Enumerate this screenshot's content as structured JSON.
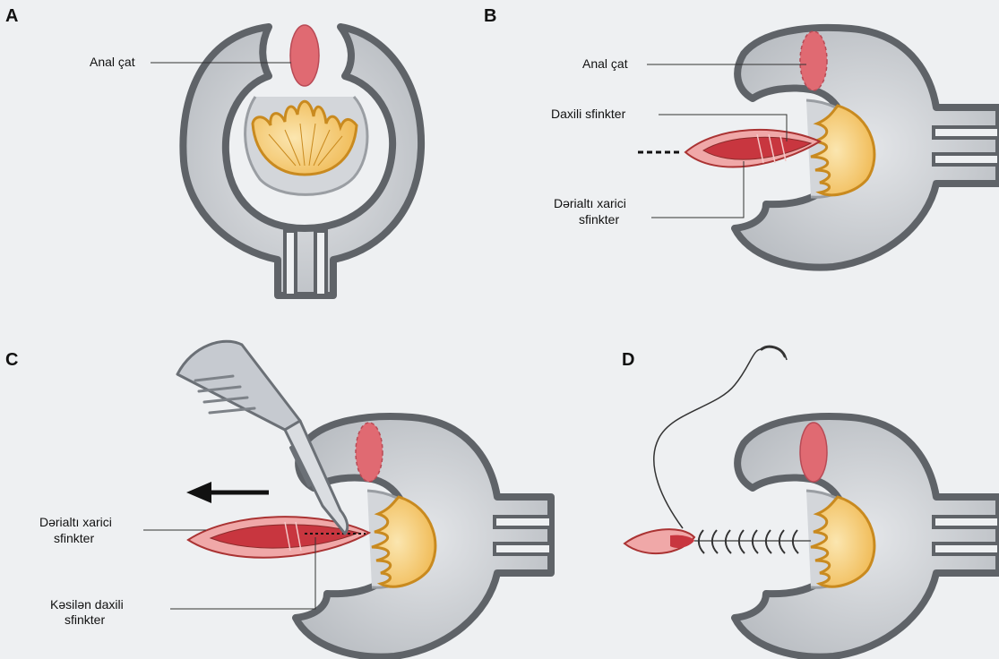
{
  "panels": {
    "a": {
      "letter": "A",
      "labels": {
        "anal_fissure": "Anal çat"
      }
    },
    "b": {
      "letter": "B",
      "labels": {
        "anal_fissure": "Anal çat",
        "internal_sphincter": "Daxili sfinkter",
        "subcutaneous_external_line1": "Dərialtı xarici",
        "subcutaneous_external_line2": "sfinkter"
      }
    },
    "c": {
      "letter": "C",
      "labels": {
        "subcutaneous_external_line1": "Dərialtı xarici",
        "subcutaneous_external_line2": "sfinkter",
        "cut_internal_line1": "Kəsilən daxili",
        "cut_internal_line2": "sfinkter"
      }
    },
    "d": {
      "letter": "D"
    }
  },
  "colors": {
    "background": "#eef0f2",
    "tissue_outer": "#6e7277",
    "tissue_fill": "#bfc3c8",
    "tissue_light": "#d9dcdf",
    "fissure": "#e06a72",
    "mucosa_fill": "#f2c060",
    "mucosa_stroke": "#c98a1f",
    "muscle": "#c8363f",
    "muscle_light": "#f0a8a8",
    "scalpel": "#c6cad0",
    "arrow": "#111111",
    "suture": "#444444"
  },
  "icons": [
    "scalpel-icon",
    "arrow-left-icon",
    "suture-needle-icon"
  ]
}
